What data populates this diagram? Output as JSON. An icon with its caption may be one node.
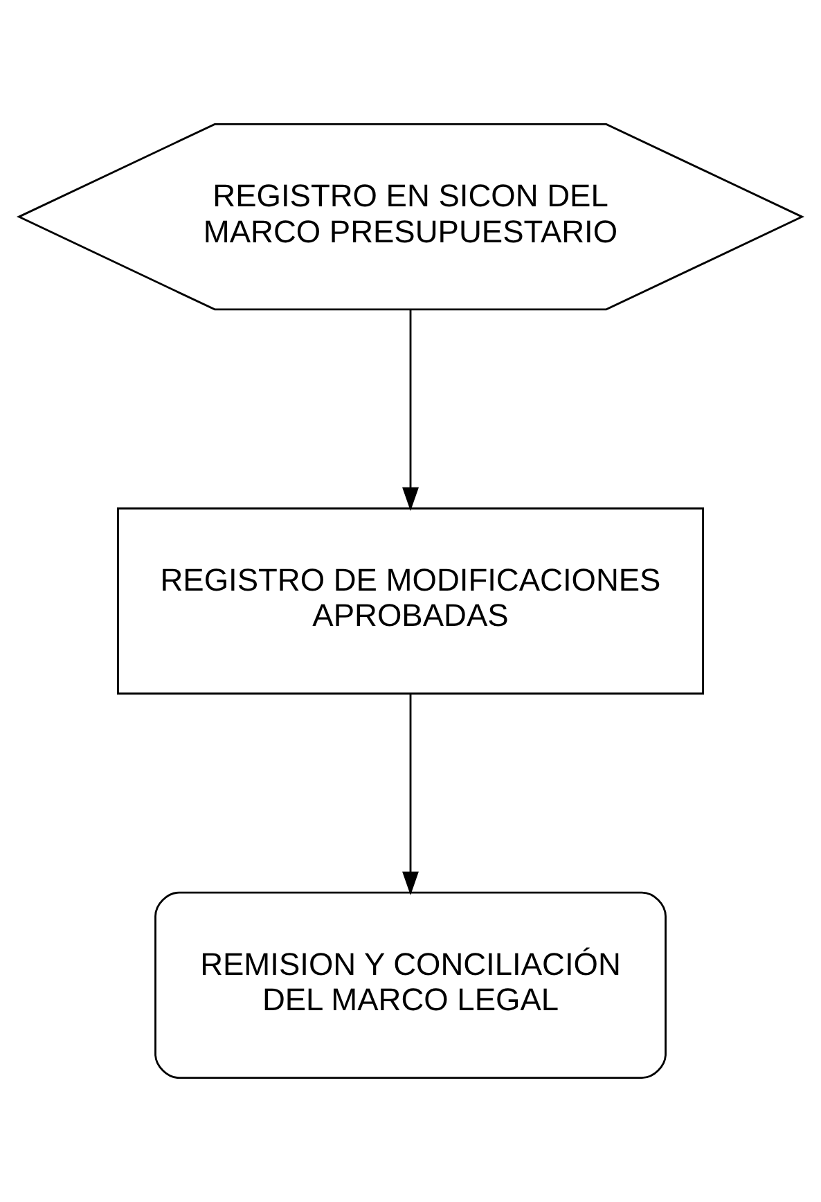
{
  "diagram": {
    "nodes": [
      {
        "text": [
          "REGISTRO EN SICON DEL MARCO PRESUPUESTARIO"
        ]
      },
      {
        "text": [
          "REGISTRO DE MODIFICACIONES APROBADAS"
        ]
      },
      {
        "text": [
          "REMISION Y CONCILIACIÓN DEL MARCO LEGAL"
        ]
      }
    ],
    "edges": [
      {
        "from": 0,
        "to": 1,
        "arrow": "to"
      },
      {
        "from": 1,
        "to": 2,
        "arrow": "to"
      }
    ]
  }
}
